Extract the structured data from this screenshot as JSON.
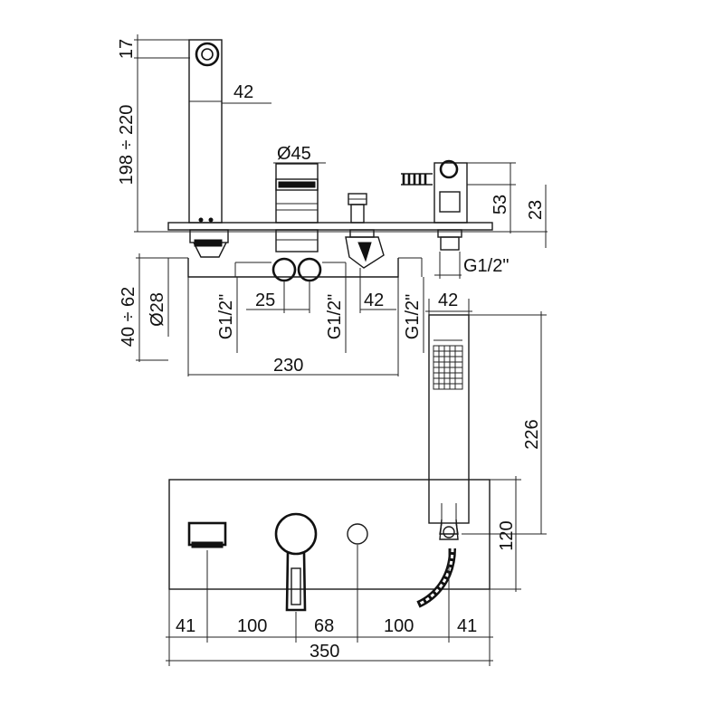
{
  "dimensions": {
    "spout_top": "17",
    "spout_height_range": "198 ÷ 220",
    "spout_width": "42",
    "diverter_diameter": "Ø45",
    "holder_height": "53",
    "holder_base": "23",
    "holder_thread": "G1/2\"",
    "deck_range": "40 ÷ 62",
    "pipe_diameter": "Ø28",
    "thread_left": "G1/2\"",
    "thread_middle": "G1/2\"",
    "thread_right": "G1/2\"",
    "spacing_25": "25",
    "spacing_42": "42",
    "body_length": "230",
    "handshower_width": "42",
    "handshower_length": "226",
    "plate_depth": "120",
    "spacing_41_left": "41",
    "spacing_100_left": "100",
    "spacing_68": "68",
    "spacing_100_right": "100",
    "spacing_41_right": "41",
    "total_length": "350"
  }
}
